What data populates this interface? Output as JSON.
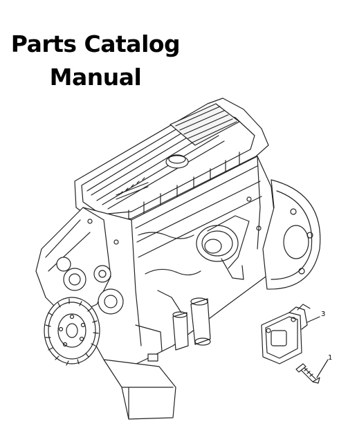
{
  "document": {
    "title_line_1": "Parts Catalog",
    "title_line_2": "Manual"
  },
  "callouts": [
    {
      "label": "3"
    },
    {
      "label": "1"
    }
  ]
}
